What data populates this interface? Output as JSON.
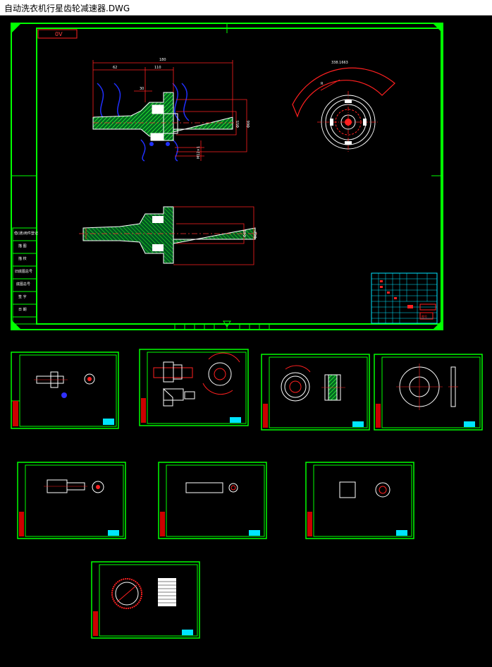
{
  "window": {
    "title": "自动洗衣机行星齿轮减速器.DWG"
  },
  "drawing": {
    "main_sheet": {
      "corner_tag": "0V",
      "dimensions": [
        "180",
        "62",
        "110",
        "30",
        "Φ66",
        "Φ55",
        "M12×1",
        "Φ48",
        "Φ62"
      ],
      "arc_label": "338.1663",
      "left_table_labels": [
        "借(通)用件登记",
        "描 图",
        "描 校",
        "旧底图总号",
        "底图总号",
        "签 字",
        "日 期"
      ],
      "title_block_tag": "图号"
    },
    "thumbnails": [
      {
        "id": "sheet-1"
      },
      {
        "id": "sheet-2"
      },
      {
        "id": "sheet-3"
      },
      {
        "id": "sheet-4"
      },
      {
        "id": "sheet-5"
      },
      {
        "id": "sheet-6"
      },
      {
        "id": "sheet-7"
      },
      {
        "id": "sheet-8"
      }
    ]
  },
  "colors": {
    "frame": "#00ff00",
    "line": "#ffffff",
    "dim": "#ff0000",
    "hatch": "#22cc22",
    "blue": "#1a1aff",
    "cyan": "#00e5ff",
    "background": "#000000"
  }
}
